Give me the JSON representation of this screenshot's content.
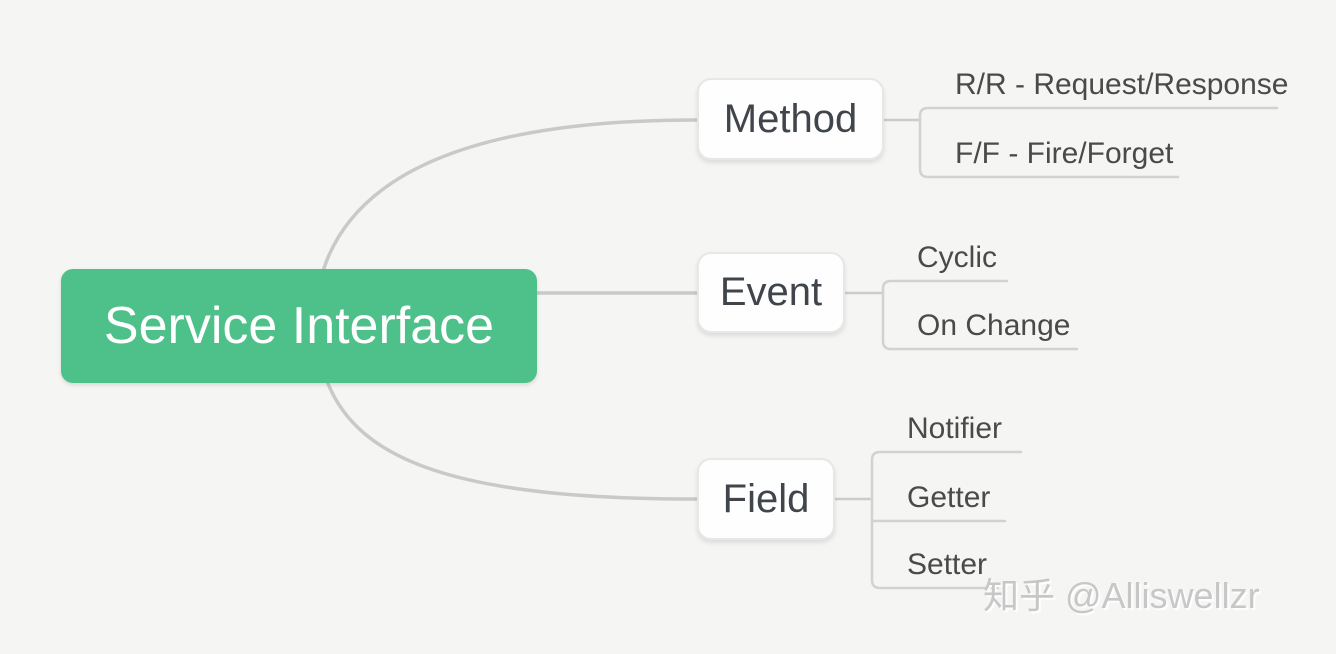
{
  "page": {
    "background_color": "#f5f5f4",
    "type": "mind-map"
  },
  "mindmap": {
    "root": {
      "label": "Service Interface",
      "fill_color": "#4ec08a",
      "text_color": "#ffffff"
    },
    "branches": [
      {
        "label": "Method",
        "children": [
          {
            "label": "R/R - Request/Response"
          },
          {
            "label": "F/F - Fire/Forget"
          }
        ]
      },
      {
        "label": "Event",
        "children": [
          {
            "label": "Cyclic"
          },
          {
            "label": "On Change"
          }
        ]
      },
      {
        "label": "Field",
        "children": [
          {
            "label": "Notifier"
          },
          {
            "label": "Getter"
          },
          {
            "label": "Setter"
          }
        ]
      }
    ],
    "branch_fill_color": "#fefefe",
    "branch_text_color": "#3f454a",
    "leaf_text_color": "#4a4a4a",
    "curve_color": "#c9c9c9",
    "underline_color": "#d2d2d2"
  },
  "watermark": {
    "text": "知乎 @Alliswellzr",
    "color": "#c7c7c7"
  }
}
